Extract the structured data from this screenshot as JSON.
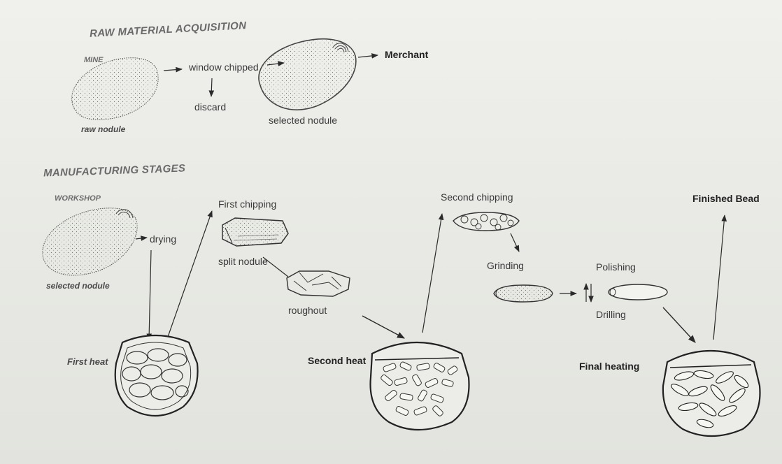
{
  "sections": {
    "raw": "RAW MATERIAL ACQUISITION",
    "manufacturing": "MANUFACTURING STAGES"
  },
  "raw_stage": {
    "mine": "MINE",
    "raw_nodule": "raw nodule",
    "window_chipped": "window chipped",
    "discard": "discard",
    "selected_nodule": "selected nodule",
    "merchant": "Merchant"
  },
  "manufacturing_stage": {
    "workshop": "WORKSHOP",
    "drying": "drying",
    "selected_nodule": "selected nodule",
    "first_heat": "First heat",
    "first_chipping": "First chipping",
    "split_nodule": "split nodule",
    "roughout": "roughout",
    "second_heat": "Second heat",
    "second_chipping": "Second chipping",
    "grinding": "Grinding",
    "polishing": "Polishing",
    "drilling": "Drilling",
    "final_heating": "Final heating",
    "finished_bead": "Finished Bead"
  },
  "colors": {
    "ink": "#2a2a2a",
    "paper": "#ecece8",
    "section": "#6a6a6a"
  }
}
